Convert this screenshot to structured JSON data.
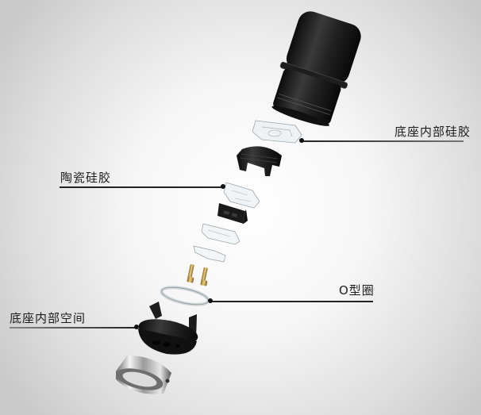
{
  "diagram": {
    "type": "exploded-view",
    "subject": "cartridge pod assembly",
    "callouts": [
      {
        "label": "底座内部硅胶",
        "part": "inner base silicone",
        "side": "right"
      },
      {
        "label": "陶瓷硅胶",
        "part": "ceramic silicone",
        "side": "left"
      },
      {
        "label": "O型圈",
        "part": "O-ring",
        "side": "right"
      },
      {
        "label": "底座内部空间",
        "part": "base inner space",
        "side": "left"
      }
    ],
    "parts_top_to_bottom": [
      "black-pod-cap",
      "clear-silicone-seal",
      "black-sleeve",
      "clear-ceramic-silicone",
      "black-ceramic-block",
      "clear-holder",
      "clear-plate",
      "gold-pins",
      "o-ring",
      "black-base",
      "metal-ring"
    ],
    "colors": {
      "background_center": "#ffffff",
      "background_edge": "#c9c9c9",
      "leader_line": "#222222",
      "text": "#1c1c1c",
      "black_part": "#1a1a1a",
      "clear_part": "#e8eef0",
      "gold_pin": "#c8a050",
      "metal": "#bcbcbc"
    }
  }
}
